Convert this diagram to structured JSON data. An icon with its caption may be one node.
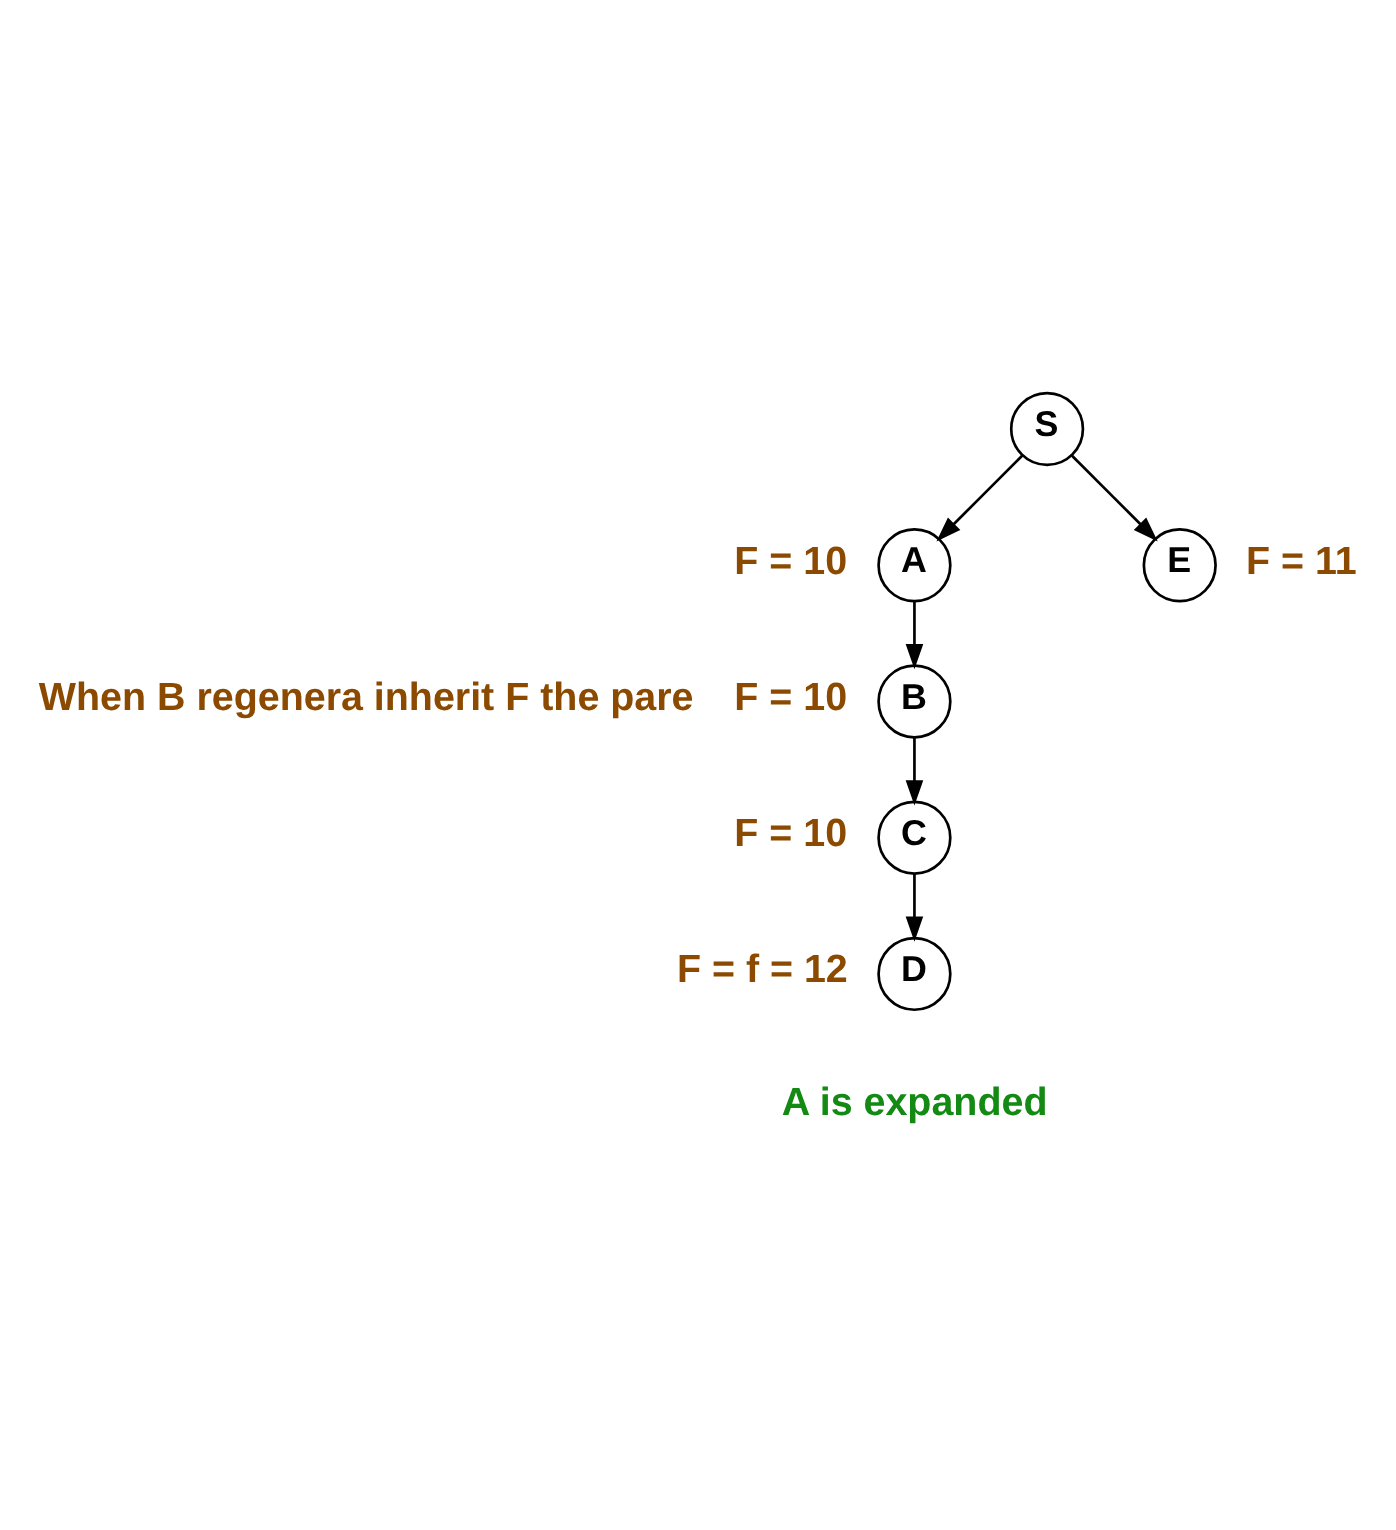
{
  "diagram": {
    "nodes": [
      {
        "text": [
          "S"
        ]
      },
      {
        "text": [
          "A"
        ],
        "beside": [
          "F = 10"
        ]
      },
      {
        "text": [
          "E"
        ],
        "beside": [
          "F = 11"
        ]
      },
      {
        "text": [
          "B"
        ],
        "beside": [
          "F = 10"
        ]
      },
      {
        "text": [
          "C"
        ],
        "beside": [
          "F = 10"
        ]
      },
      {
        "text": [
          "D"
        ],
        "beside": [
          "F = f = 12"
        ]
      }
    ],
    "edges": [
      {
        "from": 0,
        "to": 1,
        "arrow": "to"
      },
      {
        "from": 0,
        "to": 2,
        "arrow": "to"
      },
      {
        "from": 1,
        "to": 3,
        "arrow": "to"
      },
      {
        "from": 3,
        "to": 4,
        "arrow": "to"
      },
      {
        "from": 4,
        "to": 5,
        "arrow": "to"
      }
    ],
    "labels": [
      "When B regenera inherit F the pare",
      "A is expanded"
    ]
  }
}
